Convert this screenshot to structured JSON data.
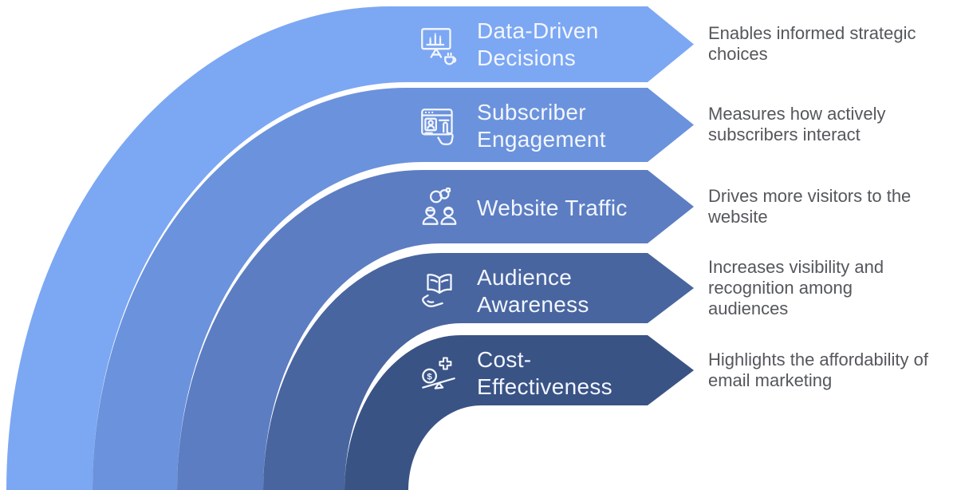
{
  "diagram": {
    "background_color": "#FFFFFF",
    "label_color": "#F2F6FE",
    "description_color": "#54575C",
    "bands": [
      {
        "label": "Data-Driven\nDecisions",
        "description": "Enables informed strategic choices",
        "color": "#7CA7F3",
        "icon": "monitor-analytics-icon"
      },
      {
        "label": "Subscriber\nEngagement",
        "description": "Measures how actively subscribers interact",
        "color": "#6B92DC",
        "icon": "browser-engagement-icon"
      },
      {
        "label": "Website Traffic",
        "description": "Drives more visitors to the website",
        "color": "#5C7DC2",
        "icon": "visitors-link-icon"
      },
      {
        "label": "Audience\nAwareness",
        "description": "Increases visibility and recognition among audiences",
        "color": "#49659F",
        "icon": "book-hand-icon"
      },
      {
        "label": "Cost-\nEffectiveness",
        "description": "Highlights the affordability of email marketing",
        "color": "#3A5385",
        "icon": "cost-balance-icon"
      }
    ]
  }
}
